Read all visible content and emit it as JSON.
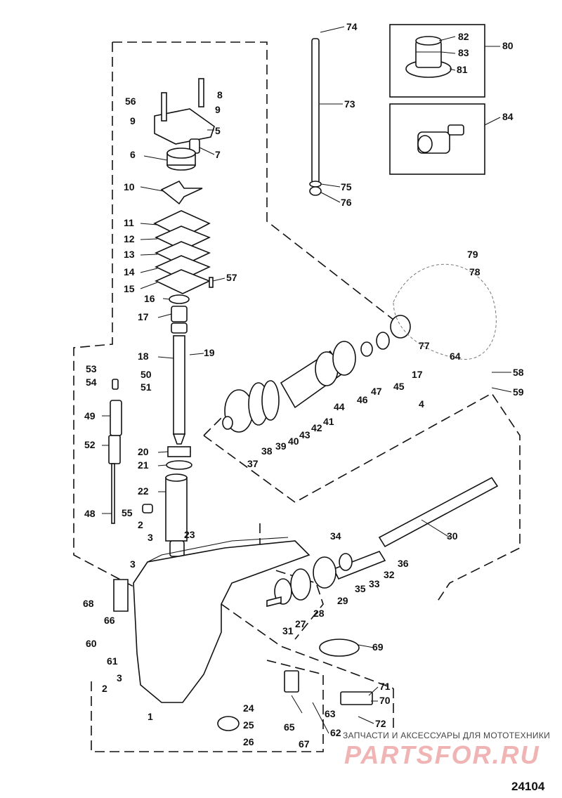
{
  "figure": {
    "number": "24104",
    "watermark": {
      "caption": "ЗАПЧАСТИ И АКСЕССУАРЫ ДЛЯ МОТОТЕХНИКИ",
      "logo": "PARTSFOR.RU"
    }
  },
  "callouts": [
    "1",
    "2",
    "2",
    "3",
    "3",
    "3",
    "4",
    "5",
    "6",
    "7",
    "8",
    "9",
    "9",
    "10",
    "11",
    "12",
    "13",
    "14",
    "15",
    "16",
    "17",
    "17",
    "18",
    "19",
    "20",
    "21",
    "22",
    "23",
    "24",
    "25",
    "26",
    "27",
    "28",
    "29",
    "30",
    "31",
    "32",
    "33",
    "34",
    "35",
    "36",
    "37",
    "38",
    "39",
    "40",
    "41",
    "42",
    "43",
    "44",
    "45",
    "46",
    "47",
    "48",
    "49",
    "50",
    "51",
    "52",
    "53",
    "54",
    "55",
    "56",
    "57",
    "58",
    "59",
    "60",
    "61",
    "62",
    "63",
    "64",
    "65",
    "66",
    "67",
    "68",
    "69",
    "70",
    "71",
    "72",
    "73",
    "74",
    "75",
    "76",
    "77",
    "78",
    "79",
    "80",
    "81",
    "82",
    "83",
    "84"
  ]
}
